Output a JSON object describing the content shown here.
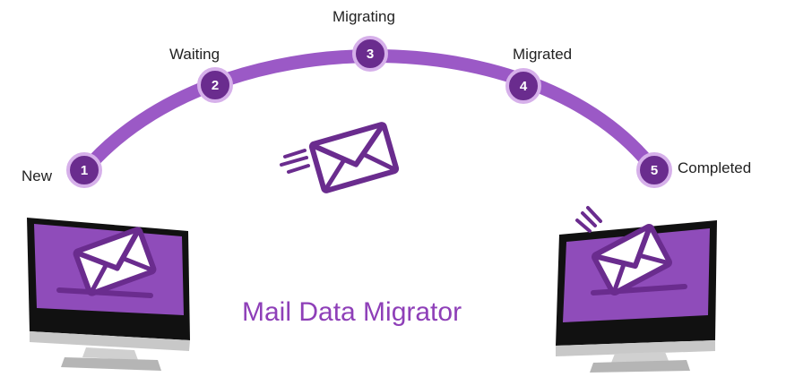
{
  "title": "Mail Data Migrator",
  "colors": {
    "arc": "#9b59c6",
    "node_fill": "#6a2c8e",
    "node_ring": "#d6b0ea",
    "title": "#8e3fb8",
    "screen": "#8f4cba",
    "monitor_frame": "#111111"
  },
  "steps": [
    {
      "number": "1",
      "label": "New"
    },
    {
      "number": "2",
      "label": "Waiting"
    },
    {
      "number": "3",
      "label": "Migrating"
    },
    {
      "number": "4",
      "label": "Migrated"
    },
    {
      "number": "5",
      "label": "Completed"
    }
  ],
  "icons": {
    "flying_envelope": "envelope-icon",
    "source_envelope": "envelope-icon",
    "target_envelope": "envelope-icon",
    "source_monitor": "monitor-icon",
    "target_monitor": "monitor-icon"
  }
}
